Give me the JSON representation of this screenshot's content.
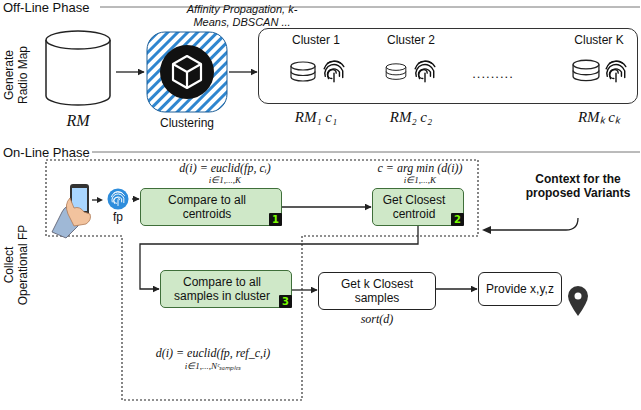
{
  "diagram": {
    "nodes": [
      {
        "text": [
          "RM"
        ]
      },
      {
        "text": [
          "Clustering"
        ]
      },
      {
        "text": [
          "........."
        ]
      },
      {
        "text": [
          "Cluster 1",
          "RM₁ c₁"
        ],
        "in": 2
      },
      {
        "text": [
          "Cluster 2",
          "RM₂ c₂"
        ],
        "in": 2
      },
      {
        "text": [
          "Cluster K",
          "RMₖ cₖ"
        ],
        "in": 2
      },
      {
        "text": [
          "fp"
        ]
      },
      {
        "text": [
          "Compare to all centroids",
          "1"
        ]
      },
      {
        "text": [
          "Get Closest centroid",
          "2"
        ]
      },
      {
        "text": [
          "Compare to all samples in cluster",
          "3"
        ]
      },
      {
        "text": [
          "Get k Closest samples"
        ]
      },
      {
        "text": [
          "Provide x,y,z"
        ]
      }
    ],
    "edges": [
      {
        "from": 0,
        "to": 1,
        "arrow": "to"
      },
      {
        "from": 1,
        "to": 2,
        "arrow": "to"
      },
      {
        "from": 6,
        "to": 7,
        "arrow": "to"
      },
      {
        "from": 7,
        "to": 8,
        "arrow": "to"
      },
      {
        "from": 8,
        "to": 9,
        "arrow": "to"
      },
      {
        "from": 9,
        "to": 10,
        "arrow": "to"
      },
      {
        "from": 10,
        "to": 11,
        "arrow": "to"
      }
    ],
    "labels": [
      "Off-Line Phase",
      "On-Line Phase",
      "Generate Radio Map",
      "Collect Operational FP",
      "Affinity Propagation, k-Means, DBSCAN ...",
      "d(i) = euclid(fp, cᵢ)",
      "i∈1,...,K",
      "c = arg min (d(i))",
      "i∈1,...,K",
      "Context for the proposed Variants",
      "d(i) = euclid(fp, ref_c,i)",
      "i∈1,...,Nᶜₛₐₘₚₗₑₛ",
      "sort(d)"
    ]
  }
}
